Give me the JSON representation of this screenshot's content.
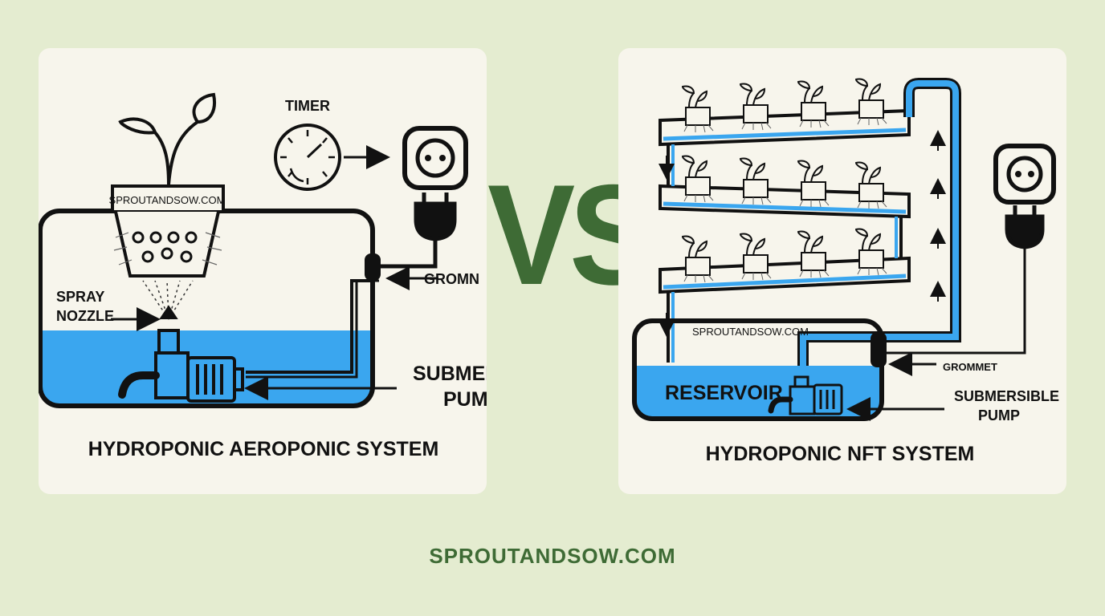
{
  "aeroponic": {
    "title": "HYDROPONIC AEROPONIC SYSTEM",
    "timer_label": "TIMER",
    "pot_label": "SPROUTANDSOW.COM",
    "spray_label_line1": "SPRAY",
    "spray_label_line2": "NOZZLE",
    "grommet_label": "GROMN",
    "pump_label_line1": "SUBMERSI",
    "pump_label_line2": "PUMP"
  },
  "nft": {
    "title": "HYDROPONIC NFT SYSTEM",
    "site_label": "SPROUTANDSOW.COM",
    "reservoir_label": "RESERVOIR",
    "grommet_label": "GROMMET",
    "pump_label_line1": "SUBMERSIBLE",
    "pump_label_line2": "PUMP"
  },
  "vs_label": "VS",
  "footer": "SPROUTANDSOW.COM",
  "colors": {
    "water": "#3aa6ef",
    "vs_green": "#3e6b35",
    "panel": "#f7f5ec",
    "background": "#e4ecd0"
  }
}
